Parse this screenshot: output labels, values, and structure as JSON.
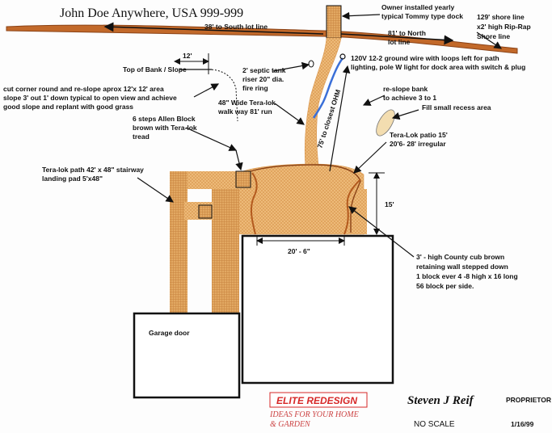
{
  "title": "John Doe Anywhere, USA 999-999",
  "labels": {
    "south_lot": "38' to South lot line",
    "north_lot_1": "81' to North",
    "north_lot_2": "lot line",
    "dock_1": "Owner installed yearly",
    "dock_2": "typical Tommy  type dock",
    "shore_1": "129' shore line",
    "shore_2": "x2' high Rip-Rap",
    "shore_3": "Shore line",
    "dim_12": "12'",
    "top_bank": "Top of Bank / Slope",
    "septic_1": "2' septic tank",
    "septic_2": "riser 20\" dia.",
    "septic_3": "fire ring",
    "ground_1": "120V    12-2  ground wire with loops left for path",
    "ground_2": "lighting, pole W light for dock area with switch & plug",
    "reslope_1": "re-slope bank",
    "reslope_2": "to achieve 3 to 1",
    "corner_1": "cut corner round and re-slope aprox  12'x 12' area",
    "corner_2": "slope 3' out 1' down  typical to open view and achieve",
    "corner_3": "good slope and replant with good grass",
    "walkway_1": "48\" Wide Tera-lok",
    "walkway_2": "walk way  81' run",
    "ohm": "75' to closest OHM",
    "recess": "Fill small recess area",
    "patio_1": "Tera-Lok patio 15'",
    "patio_2": "20'6- 28' irregular",
    "steps_1": "6 steps Allen Block",
    "steps_2": "brown with Tera-lok",
    "steps_3": "tread",
    "path_1": "Tera-lok path 42' x 48\" stairway",
    "path_2": "landing pad 5'x48\"",
    "dim_15": "15'",
    "dim_20": "20' - 6\"",
    "wall_1": "3' -  high County cub brown",
    "wall_2": "retaining wall stepped down",
    "wall_3": "1 block ever 4 -8  high x 16 long",
    "wall_4": "56 block per side.",
    "garage": "Garage door"
  },
  "footer": {
    "logo": "ELITE REDESIGN",
    "tag_1": "IDEAS FOR YOUR HOME",
    "tag_2": "& GARDEN",
    "signature": "Steven J Reif",
    "role": "PROPRIETOR",
    "scale": "NO SCALE",
    "date": "1/16/99"
  },
  "colors": {
    "shore": "#c2692a",
    "paver": "#e9b36e",
    "paver_dark": "#d99a50",
    "wall_curve": "#b35a1e",
    "wire": "#3a6fd8",
    "line": "#111111"
  }
}
